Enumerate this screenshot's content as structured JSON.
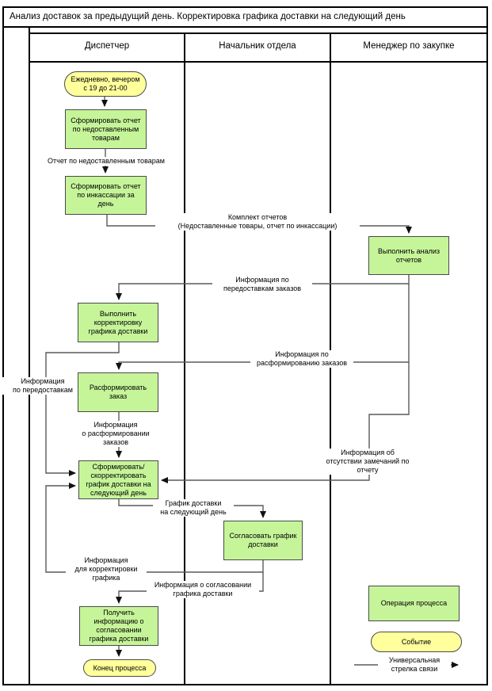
{
  "title": "Анализ доставок за предыдущий день. Корректировка графика доставки на следующий день",
  "lanes": [
    {
      "label": "Диспетчер"
    },
    {
      "label": "Начальник отдела"
    },
    {
      "label": "Менеджер по закупке"
    }
  ],
  "nodes": {
    "start_event": {
      "type": "event",
      "label": "Ежедневно, вечером\nс 19 до 21-00"
    },
    "task_report_undelivered": {
      "type": "task",
      "label": "Сформировать отчет\nпо недоставленным\nтоварам"
    },
    "task_report_collection": {
      "type": "task",
      "label": "Сформировать отчет\nпо инкассации за\nдень"
    },
    "task_analyze_reports": {
      "type": "task",
      "label": "Выполнить анализ\nотчетов"
    },
    "task_adjust_schedule": {
      "type": "task",
      "label": "Выполнить\nкорректировку\nграфика доставки"
    },
    "task_disband_order": {
      "type": "task",
      "label": "Расформировать\nзаказ"
    },
    "task_form_schedule": {
      "type": "task",
      "label": "Сформировать/\nскорректировать\nграфик доставки на\nследующий день"
    },
    "task_approve_schedule": {
      "type": "task",
      "label": "Согласовать график\nдоставки"
    },
    "task_receive_approval_info": {
      "type": "task",
      "label": "Получить\nинформацию о\nсогласовании\nграфика доставки"
    },
    "end_event": {
      "type": "event",
      "label": "Конец процесса"
    }
  },
  "edge_labels": {
    "undelivered_report": "Отчет по недоставленным товарам",
    "report_set": "Комплект отчетов\n(Недоставленные товары, отчет по инкассации)",
    "redelivery_orders_info": "Информация по\nпередоставкам заказов",
    "redelivery_info_left": "Информация\nпо передоставкам",
    "disband_orders_info": "Информация по\nрасформированию заказов",
    "disband_result_info": "Информация\nо расформировании\nзаказов",
    "no_remarks_info": "Информация об\nотсутствии замечаний по\nотчету",
    "schedule_next_day": "График доставки\nна следующий день",
    "correction_info": "Информация\nдля корректировки\nграфика",
    "approval_info": "Информация о согласовании\nграфика доставки"
  },
  "legend": {
    "task_label": "Операция процесса",
    "event_label": "Событие",
    "arrow_label": "Универсальная\nстрелка связи"
  },
  "colors": {
    "task_fill": "#c6f599",
    "event_fill": "#ffff9c",
    "connector": "#5a5a5a",
    "border": "#000000"
  }
}
